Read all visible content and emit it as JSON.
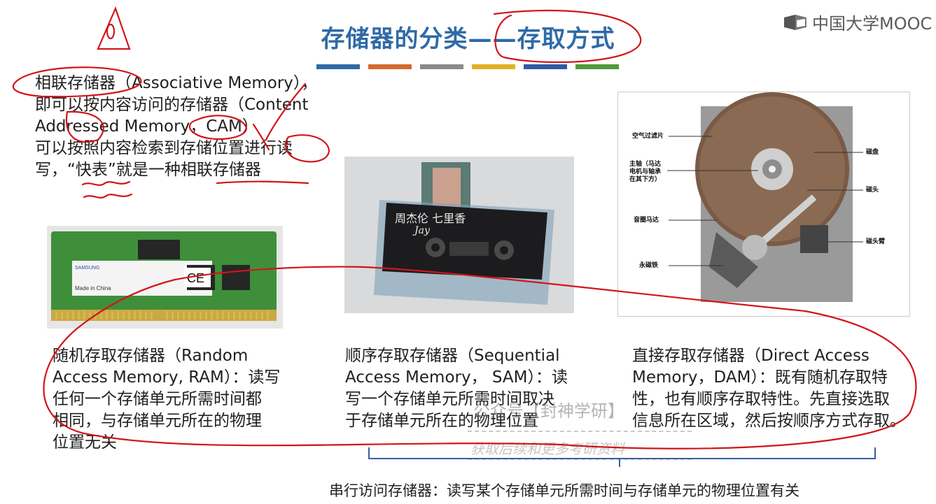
{
  "header": {
    "title": "存储器的分类——存取方式",
    "color_strip": [
      "#2f6aa6",
      "#d26b2c",
      "#8a8a8a",
      "#e1b122",
      "#2f59a6",
      "#4e9a3a"
    ]
  },
  "logo": {
    "text": "中国大学MOOC",
    "icon": "mooc-logo-icon"
  },
  "associative": {
    "line1": "相联存储器（Associative Memory），",
    "line2": "即可以按内容访问的存储器（Content",
    "line3": "Addressed Memory，CAM）",
    "line4": "可以按照内容检索到存储位置进行读",
    "line5": "写，“快表”就是一种相联存储器"
  },
  "ram": {
    "line1": "随机存取存储器（Random",
    "line2": "Access Memory, RAM）：读写",
    "line3": "任何一个存储单元所需时间都",
    "line4": "相同，与存储单元所在的物理",
    "line5": "位置无关",
    "chip_brand": "SAMSUNG",
    "chip_made": "Made in China"
  },
  "sam": {
    "line1": "顺序存取存储器（Sequential",
    "line2": "Access Memory， SAM）：读",
    "line3": "写一个存储单元所需时间取决",
    "line4": "于存储单元所在的物理位置",
    "tape_title": "周杰伦 七里香",
    "tape_sub": "Jay"
  },
  "dam": {
    "line1": "直接存取存储器（Direct Access",
    "line2": "Memory，DAM）：既有随机存取特",
    "line3": "性，也有顺序存取特性。先直接选取",
    "line4": "信息所在区域，然后按顺序方式存取。"
  },
  "hdd_labels": {
    "air_filter": "空气过滤片",
    "spindle_1": "主轴（马达",
    "spindle_2": "电机与轴承",
    "spindle_3": "在其下方）",
    "voice_coil": "音圈马达",
    "magnet": "永磁铁",
    "platter": "磁盘",
    "head": "磁头",
    "head_arm": "磁头臂"
  },
  "watermark": {
    "line1": "公众号【封神学研】",
    "line2": "获取后续和更多考研资料"
  },
  "footer": {
    "serial": "串行访问存储器：读写某个存储单元所需时间与存储单元的物理位置有关"
  }
}
